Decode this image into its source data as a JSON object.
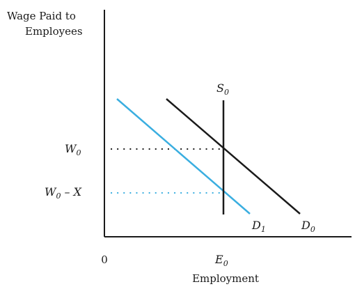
{
  "axes": {
    "y_title_line1": "Wage Paid to",
    "y_title_line2": "Employees",
    "x_title": "Employment",
    "origin_label": "0"
  },
  "labels": {
    "w0_main": "W",
    "w0_sub": "0",
    "w0x_main": "W",
    "w0x_sub": "0",
    "w0x_rest": " – X",
    "e0_main": "E",
    "e0_sub": "0",
    "s0_main": "S",
    "s0_sub": "0",
    "d0_main": "D",
    "d0_sub": "0",
    "d1_main": "D",
    "d1_sub": "1"
  },
  "colors": {
    "axis": "#1a1a1a",
    "supply": "#1a1a1a",
    "original_demand": "#1a1a1a",
    "shifted_demand": "#3aaee0"
  }
}
